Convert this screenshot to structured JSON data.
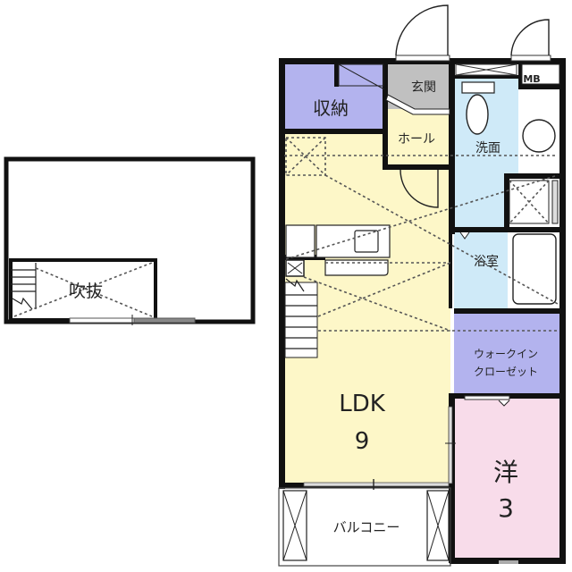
{
  "upper_floor": {
    "void_label": "吹抜"
  },
  "main_floor": {
    "rooms": {
      "storage": {
        "label": "収納",
        "color": "#b3b3ee"
      },
      "entrance": {
        "label": "玄関",
        "color": "#c0c0c0"
      },
      "hall": {
        "label": "ホール",
        "color": "#fdf7c8"
      },
      "washroom": {
        "label": "洗面",
        "color": "#cfeaf8"
      },
      "meter_box": {
        "label": "MB"
      },
      "bathroom": {
        "label": "浴室",
        "color": "#cfeaf8"
      },
      "walk_in_closet": {
        "label_line1": "ウォークイン",
        "label_line2": "クローゼット",
        "color": "#b3b3ee"
      },
      "ldk": {
        "label": "LDK",
        "size": "9",
        "color": "#fdf7c8"
      },
      "western_room": {
        "label": "洋",
        "size": "3",
        "color": "#f8dcea"
      },
      "balcony": {
        "label": "バルコニー"
      }
    }
  }
}
